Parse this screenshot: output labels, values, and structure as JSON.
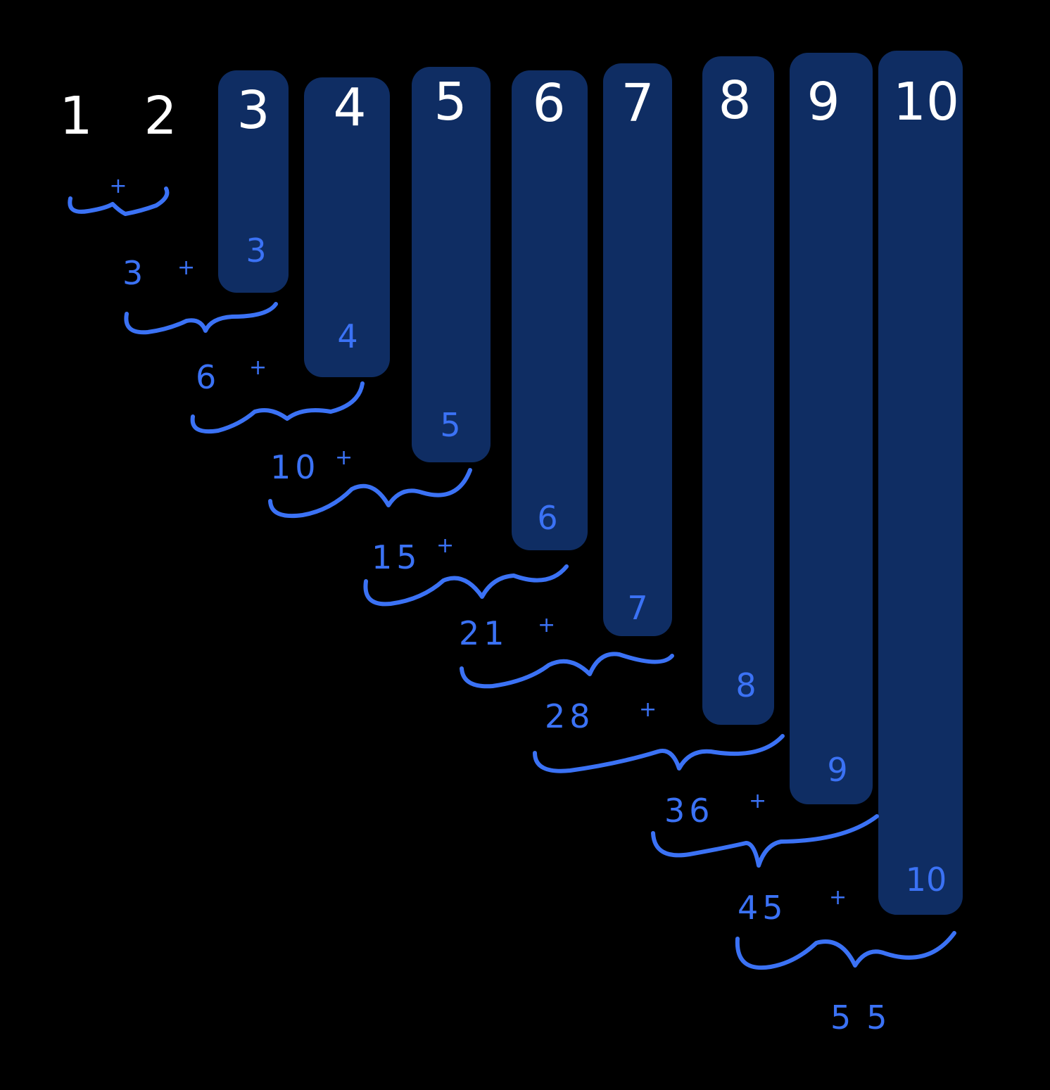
{
  "top_numbers": [
    "1",
    "2",
    "3",
    "4",
    "5",
    "6",
    "7",
    "8",
    "9",
    "10"
  ],
  "colors": {
    "background": "#000000",
    "bar": "#0f2d63",
    "handwriting_blue": "#3b72f5",
    "top_numbers": "#ffffff"
  },
  "columns": [
    {
      "top": "3",
      "bottom_label": "3"
    },
    {
      "top": "4",
      "bottom_label": "4"
    },
    {
      "top": "5",
      "bottom_label": "5"
    },
    {
      "top": "6",
      "bottom_label": "6"
    },
    {
      "top": "7",
      "bottom_label": "7"
    },
    {
      "top": "8",
      "bottom_label": "8"
    },
    {
      "top": "9",
      "bottom_label": "9"
    },
    {
      "top": "10",
      "bottom_label": "10"
    }
  ],
  "first_plus": "+",
  "partial_sums": [
    {
      "value": "3",
      "plus": "+"
    },
    {
      "value": "6",
      "plus": "+"
    },
    {
      "value": "10",
      "plus": "+"
    },
    {
      "value": "15",
      "plus": "+"
    },
    {
      "value": "21",
      "plus": "+"
    },
    {
      "value": "28",
      "plus": "+"
    },
    {
      "value": "36",
      "plus": "+"
    },
    {
      "value": "45",
      "plus": "+"
    }
  ],
  "final_sum": "55"
}
